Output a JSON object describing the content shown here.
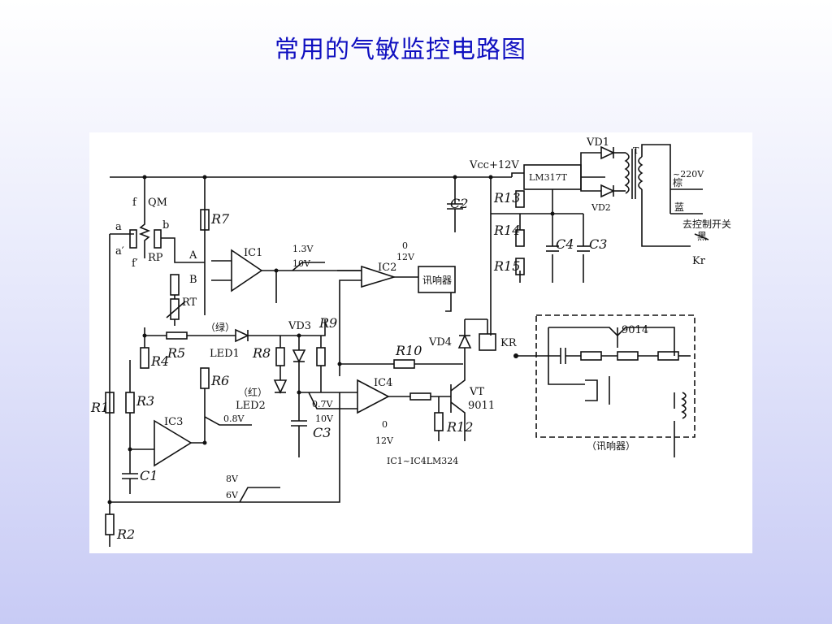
{
  "slide": {
    "title": "常用的气敏监控电路图"
  },
  "diagram": {
    "labels": {
      "vcc": "Vcc+12V",
      "lm317": "LM317T",
      "vd1": "VD1",
      "vd2": "VD2",
      "t": "T",
      "v220": "~220V",
      "brown": "棕",
      "blue": "蓝",
      "black": "黑",
      "to_switch": "去控制开关",
      "kr_out": "Kr",
      "c2": "C2",
      "c3a": "C3",
      "c4": "C4",
      "r13": "R13",
      "r14": "R14",
      "r15": "R15",
      "f": "f",
      "qm": "QM",
      "a": "a",
      "b": "b",
      "a_prime": "a′",
      "f_prime": "f′",
      "rp": "RP",
      "r7": "R7",
      "r4": "R4",
      "r5": "R5",
      "r6": "R6",
      "r8": "R8",
      "r9": "R9",
      "r10": "R10",
      "r12": "R12",
      "r1": "R1",
      "r3": "R3",
      "r2": "R2",
      "c1": "C1",
      "c3b": "C3",
      "node_a": "A",
      "node_b": "B",
      "rt": "RT",
      "ic1": "IC1",
      "ic2": "IC2",
      "ic3": "IC3",
      "ic4": "IC4",
      "v13": "1.3V",
      "v10a": "10V",
      "zero_a": "0",
      "v12a": "12V",
      "buzzer": "讯响器",
      "vd3": "VD3",
      "vd4": "VD4",
      "kr": "KR",
      "green": "（绿）",
      "led1": "LED1",
      "red": "（红）",
      "led2": "LED2",
      "v07": "0.7V",
      "v10b": "10V",
      "v08": "0.8V",
      "zero_b": "0",
      "v12b": "12V",
      "vt": "VT",
      "t9011": "9011",
      "t9014": "9014",
      "v8": "8V",
      "v6": "6V",
      "ics": "IC1~IC4LM324",
      "buzzer_caption": "（讯响器）"
    }
  }
}
